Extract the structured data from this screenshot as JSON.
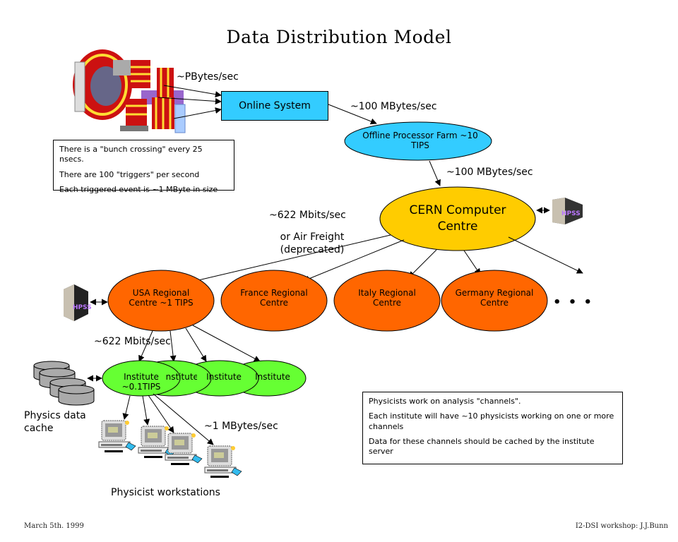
{
  "title": "Data Distribution Model",
  "colors": {
    "online_system": "#33ccff",
    "offline_farm": "#33ccff",
    "cern_centre": "#ffcc00",
    "regional_centre": "#ff6600",
    "institute": "#66ff33",
    "disk": "#aaaaaa"
  },
  "nodes": {
    "online_system": "Online System",
    "offline_farm": "Offline Processor Farm ~10 TIPS",
    "cern": "CERN Computer Centre",
    "regional": [
      {
        "label": "USA Regional Centre ~1 TIPS"
      },
      {
        "label": "France Regional Centre"
      },
      {
        "label": "Italy Regional Centre"
      },
      {
        "label": "Germany Regional Centre"
      }
    ],
    "ellipsis": "• • •",
    "institutes": [
      {
        "label": "Institute ~0.1TIPS"
      },
      {
        "label": "Institute"
      },
      {
        "label": "Institute"
      },
      {
        "label": "Institute"
      }
    ]
  },
  "rates": {
    "detector_to_online": "~PBytes/sec",
    "online_to_offline": "~100 MBytes/sec",
    "offline_to_cern": "~100 MBytes/sec",
    "cern_to_regional": "~622 Mbits/sec",
    "cern_to_regional_alt": "or Air Freight (deprecated)",
    "regional_to_institute": "~622 Mbits/sec",
    "institute_to_workstation": "~1 MBytes/sec"
  },
  "labels": {
    "physics_cache": "Physics data cache",
    "workstations": "Physicist workstations"
  },
  "notes": {
    "detector": [
      "There is a \"bunch crossing\" every 25 nsecs.",
      "There are 100 \"triggers\" per second",
      "Each triggered event is ~1 MByte in size"
    ],
    "physicists": [
      "Physicists work on analysis \"channels\".",
      "Each institute will have ~10 physicists working on one or more channels",
      "Data for these channels should be cached by the institute server"
    ]
  },
  "footer": {
    "date": "March 5th. 1999",
    "credit": "I2-DSI workshop: J.J.Bunn"
  }
}
